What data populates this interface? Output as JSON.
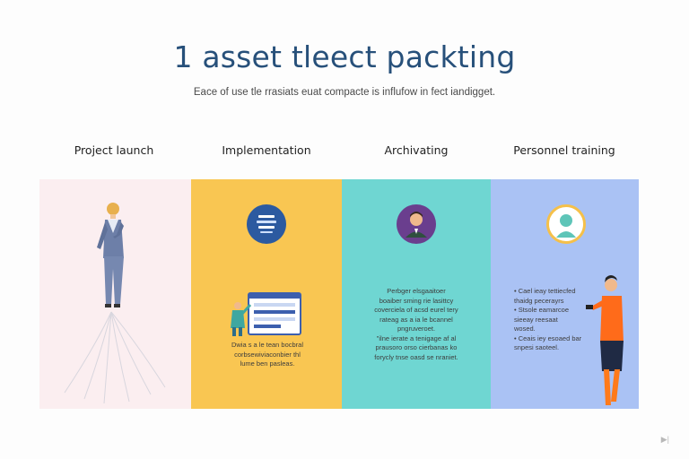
{
  "header": {
    "title": "1 asset tleect packting",
    "subtitle": "Eace of use tle rrasiats euat compacte is influfow in fect iandigget."
  },
  "columns": [
    {
      "label": "Project launch",
      "color": "#fbeef0"
    },
    {
      "label": "Implementation",
      "color": "#f9c652",
      "text": "Dwia s a le tean bocbral\ncorbsewiviaconbier thl\nlume ben pasleas."
    },
    {
      "label": "Archivating",
      "color": "#6fd6d2",
      "text": "Perbger elsgaaitoer\nboaiber sming rie lasittcy\ncoverciela of acsd eurel tery\nrateag as a ia le bcannel\npngruveroet.\n\"ilne ierate a tenigage af al\nprausoro orso cierbanas ko\nforycly tnse oasd se nraniet."
    },
    {
      "label": "Personnel training",
      "color": "#aac2f4",
      "text": "• Cael ieay tettiecfed\nthaidg pecerayrs\n• Stsole eamarcoe\nsieeay reesaat\nwosed.\n• Ceais iey esoaed bar\nsnpesi saoteel."
    }
  ],
  "footer": {
    "corner_mark": "▶|"
  }
}
